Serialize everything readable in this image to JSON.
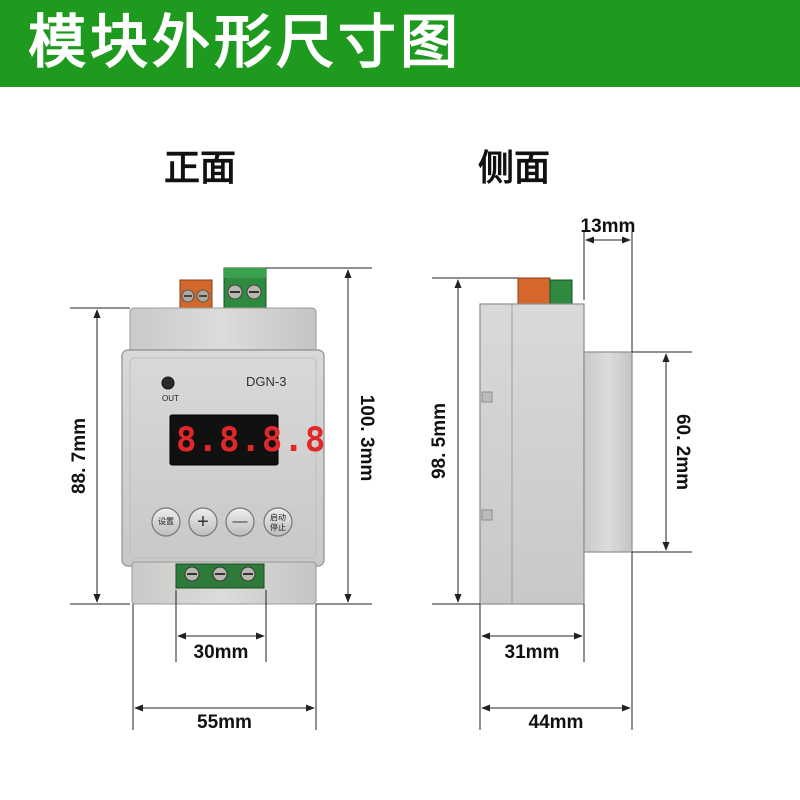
{
  "header": {
    "title": "模块外形尺寸图",
    "background": "#1e9a1e"
  },
  "views": {
    "front": "正面",
    "side": "侧面"
  },
  "device": {
    "model": "DGN-3",
    "indicator_label": "OUT",
    "display_digits": "8.8.8.8",
    "display_color": "#e0282a",
    "buttons": {
      "set": "设置",
      "plus": "+",
      "minus": "—",
      "start_line1": "启动",
      "start_line2": "停止"
    }
  },
  "dimensions": {
    "front_height": "88. 7mm",
    "front_total_height": "100. 3mm",
    "front_terminal_width": "30mm",
    "front_width": "55mm",
    "side_height": "98. 5mm",
    "side_rail_height": "60. 2mm",
    "side_top": "13mm",
    "side_base": "31mm",
    "side_depth": "44mm"
  }
}
